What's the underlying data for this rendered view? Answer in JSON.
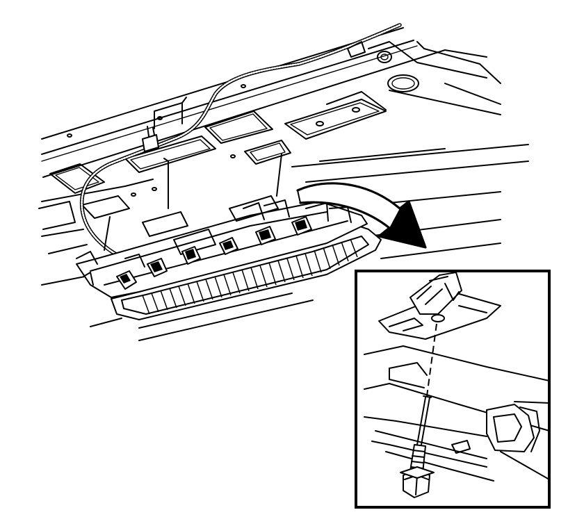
{
  "figure": {
    "background": "#ffffff",
    "ink": "#000000",
    "components": [
      "roof-panel-inner",
      "wiring-harness",
      "high-mount-stop-lamp",
      "lamp-retaining-clips",
      "removal-arrow",
      "detail-inset-frame",
      "mounting-bracket",
      "retaining-bolt"
    ]
  }
}
